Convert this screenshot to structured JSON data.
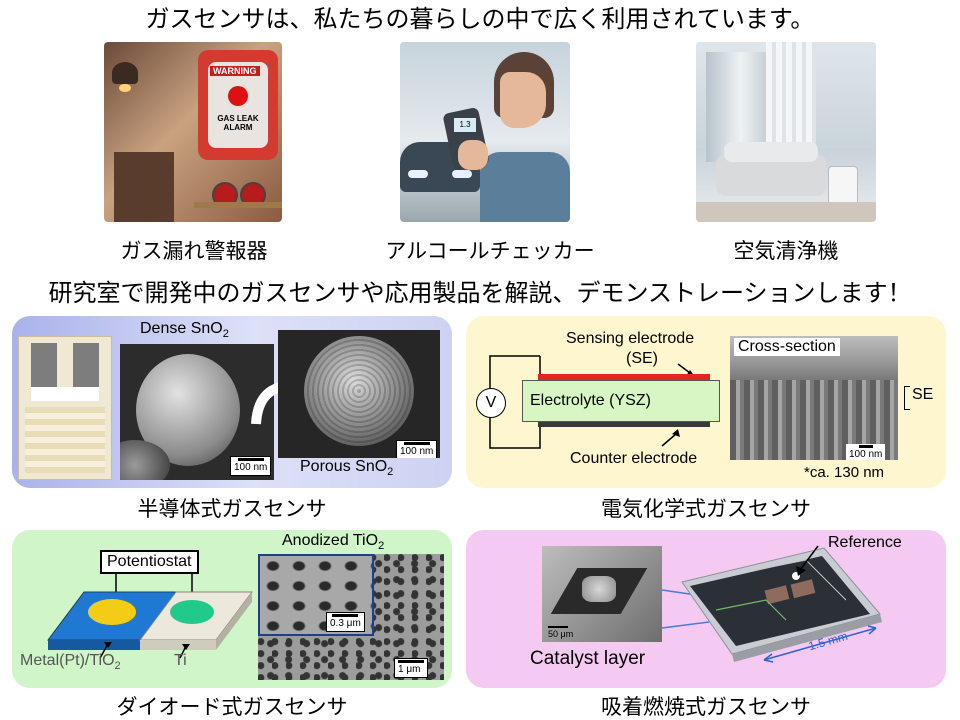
{
  "headings": {
    "top": "ガスセンサは、私たちの暮らしの中で広く利用されています。",
    "middle": "研究室で開発中のガスセンサや応用製品を解説、デモンストレーションします！"
  },
  "examples": [
    {
      "caption": "ガス漏れ警報器",
      "sign_text": "WARNING",
      "device_text": "GAS LEAK ALARM"
    },
    {
      "caption": "アルコールチェッカー",
      "display_text": "1.3"
    },
    {
      "caption": "空気清浄機"
    }
  ],
  "panels": {
    "semiconductor": {
      "caption": "半導体式ガスセンサ",
      "dense_label": "Dense SnO",
      "porous_label": "Porous SnO",
      "subscript": "2",
      "scale_left": "100 nm",
      "scale_right": "100 nm",
      "bg": "#c9cdf0"
    },
    "electrochemical": {
      "caption": "電気化学式ガスセンサ",
      "sensing_label": "Sensing electrode",
      "se_label": "(SE)",
      "electrolyte_label": "Electrolyte (YSZ)",
      "counter_label": "Counter electrode",
      "voltmeter": "V",
      "cross_section": "Cross-section",
      "se_tag": "SE",
      "scale": "100 nm",
      "note": "*ca. 130 nm",
      "bg": "#fdf6cf"
    },
    "diode": {
      "caption": "ダイオード式ガスセンサ",
      "potentiostat": "Potentiostat",
      "metal_label": "Metal(Pt)/TiO",
      "subscript": "2",
      "ti_label": "Ti",
      "anodized_label": "Anodized  TiO",
      "scale_inset": "0.3 μm",
      "scale_main": "1  μm",
      "bg": "#cff5c8"
    },
    "catalytic": {
      "caption": "吸着燃焼式ガスセンサ",
      "reference": "Reference",
      "catalyst": "Catalyst layer",
      "scale_sem": "50 μm",
      "size": "1.5 mm",
      "bg": "#f4c9f2"
    }
  }
}
